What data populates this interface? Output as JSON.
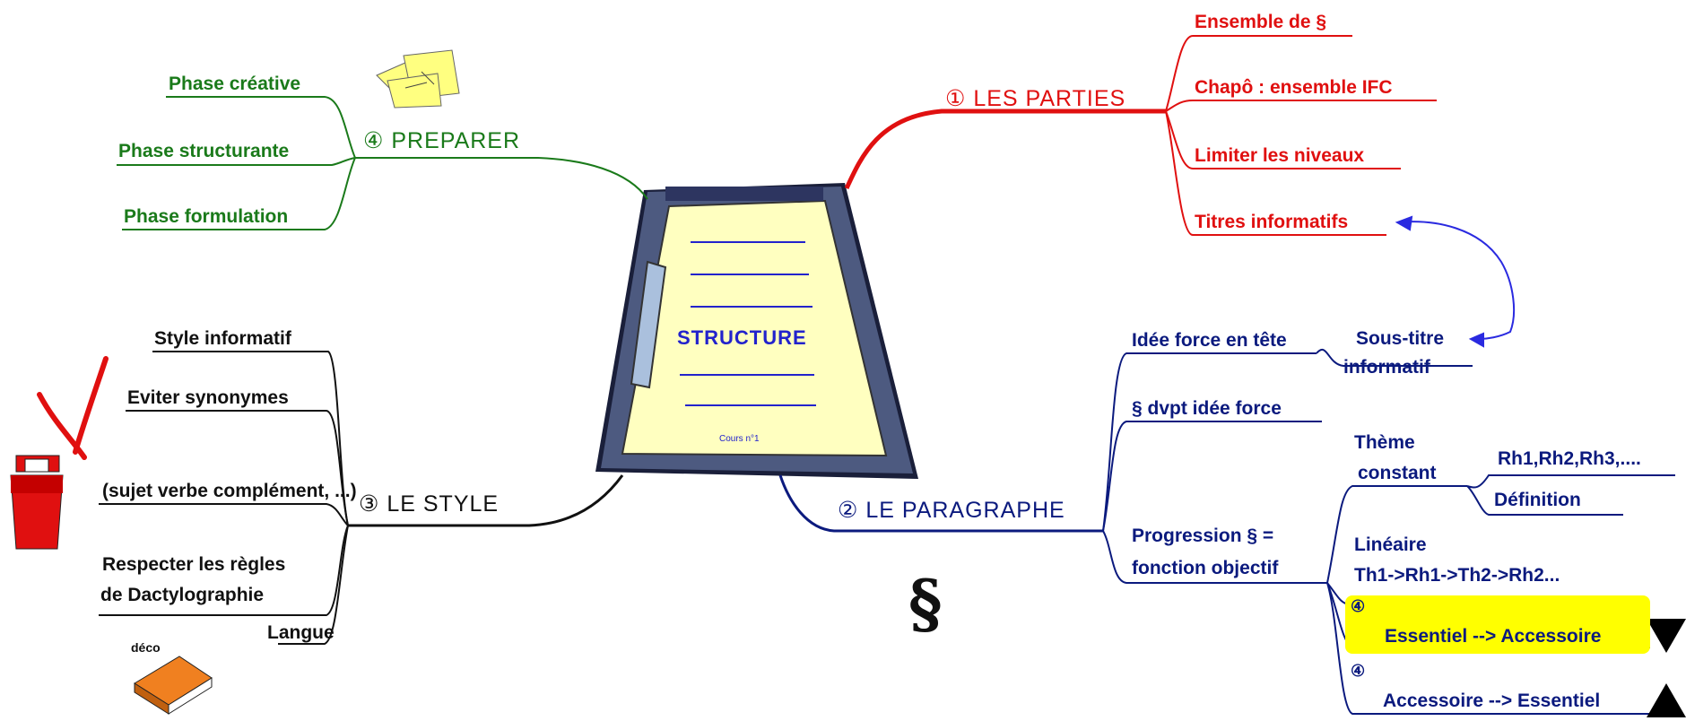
{
  "center": {
    "title": "STRUCTURE",
    "small_text": "Cours n°1"
  },
  "branches": {
    "parties": {
      "label": "① LES PARTIES",
      "items": [
        "Ensemble de §",
        "Chapô : ensemble IFC",
        "Limiter les niveaux",
        "Titres informatifs"
      ]
    },
    "preparer": {
      "label": "④ PREPARER",
      "items": [
        "Phase créative",
        "Phase structurante",
        "Phase formulation"
      ]
    },
    "style": {
      "label": "③ LE STYLE",
      "items": [
        "Style informatif",
        "Eviter synonymes",
        "(sujet verbe complément, ...)",
        "Respecter les règles",
        "de Dactylographie",
        "Langue"
      ]
    },
    "paragraphe": {
      "label": "② LE PARAGRAPHE",
      "items": {
        "idee_tete": "Idée force en tête",
        "sous_titre_1": "Sous-titre",
        "sous_titre_2": "informatif",
        "dvpt": "§ dvpt idée force",
        "progression_1": "Progression § =",
        "progression_2": "fonction objectif",
        "theme_1": "Thème",
        "theme_2": "constant",
        "rh": "Rh1,Rh2,Rh3,....",
        "definition": "Définition",
        "lineaire": "Linéaire",
        "th_chain": "Th1->Rh1->Th2->Rh2...",
        "badge1": "④",
        "ess_acc": "Essentiel --> Accessoire",
        "badge2": "④",
        "acc_ess": "Accessoire --> Essentiel"
      }
    }
  },
  "decor": {
    "paragraph_symbol": "§",
    "book_label": "déco"
  },
  "colors": {
    "green": "#1a7a1a",
    "red": "#e01010",
    "blue": "#0b1a7e",
    "black": "#111111",
    "highlight": "#ffff00",
    "clipboard_paper": "#ffffc0",
    "clipboard_frame": "#4d5a80"
  }
}
